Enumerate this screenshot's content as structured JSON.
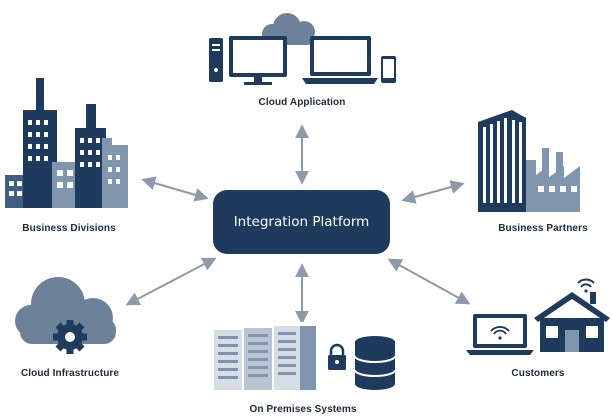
{
  "colors": {
    "dark": "#1e3a5c",
    "mid": "#3f5f80",
    "light": "#8096ae",
    "cloud": "#6c8299",
    "arrow": "#8c9aab",
    "window": "#ffffff"
  },
  "hub": {
    "label": "Integration Platform"
  },
  "nodes": {
    "cloud_application": {
      "label": "Cloud Application",
      "icon": "cloud-devices-icon"
    },
    "business_divisions": {
      "label": "Business Divisions",
      "icon": "city-buildings-icon"
    },
    "business_partners": {
      "label": "Business Partners",
      "icon": "factory-icon"
    },
    "cloud_infrastructure": {
      "label": "Cloud Infrastructure",
      "icon": "cloud-gear-icon"
    },
    "on_premises": {
      "label": "On Premises Systems",
      "icon": "server-rack-icon"
    },
    "customers": {
      "label": "Customers",
      "icon": "laptop-house-icon"
    }
  }
}
